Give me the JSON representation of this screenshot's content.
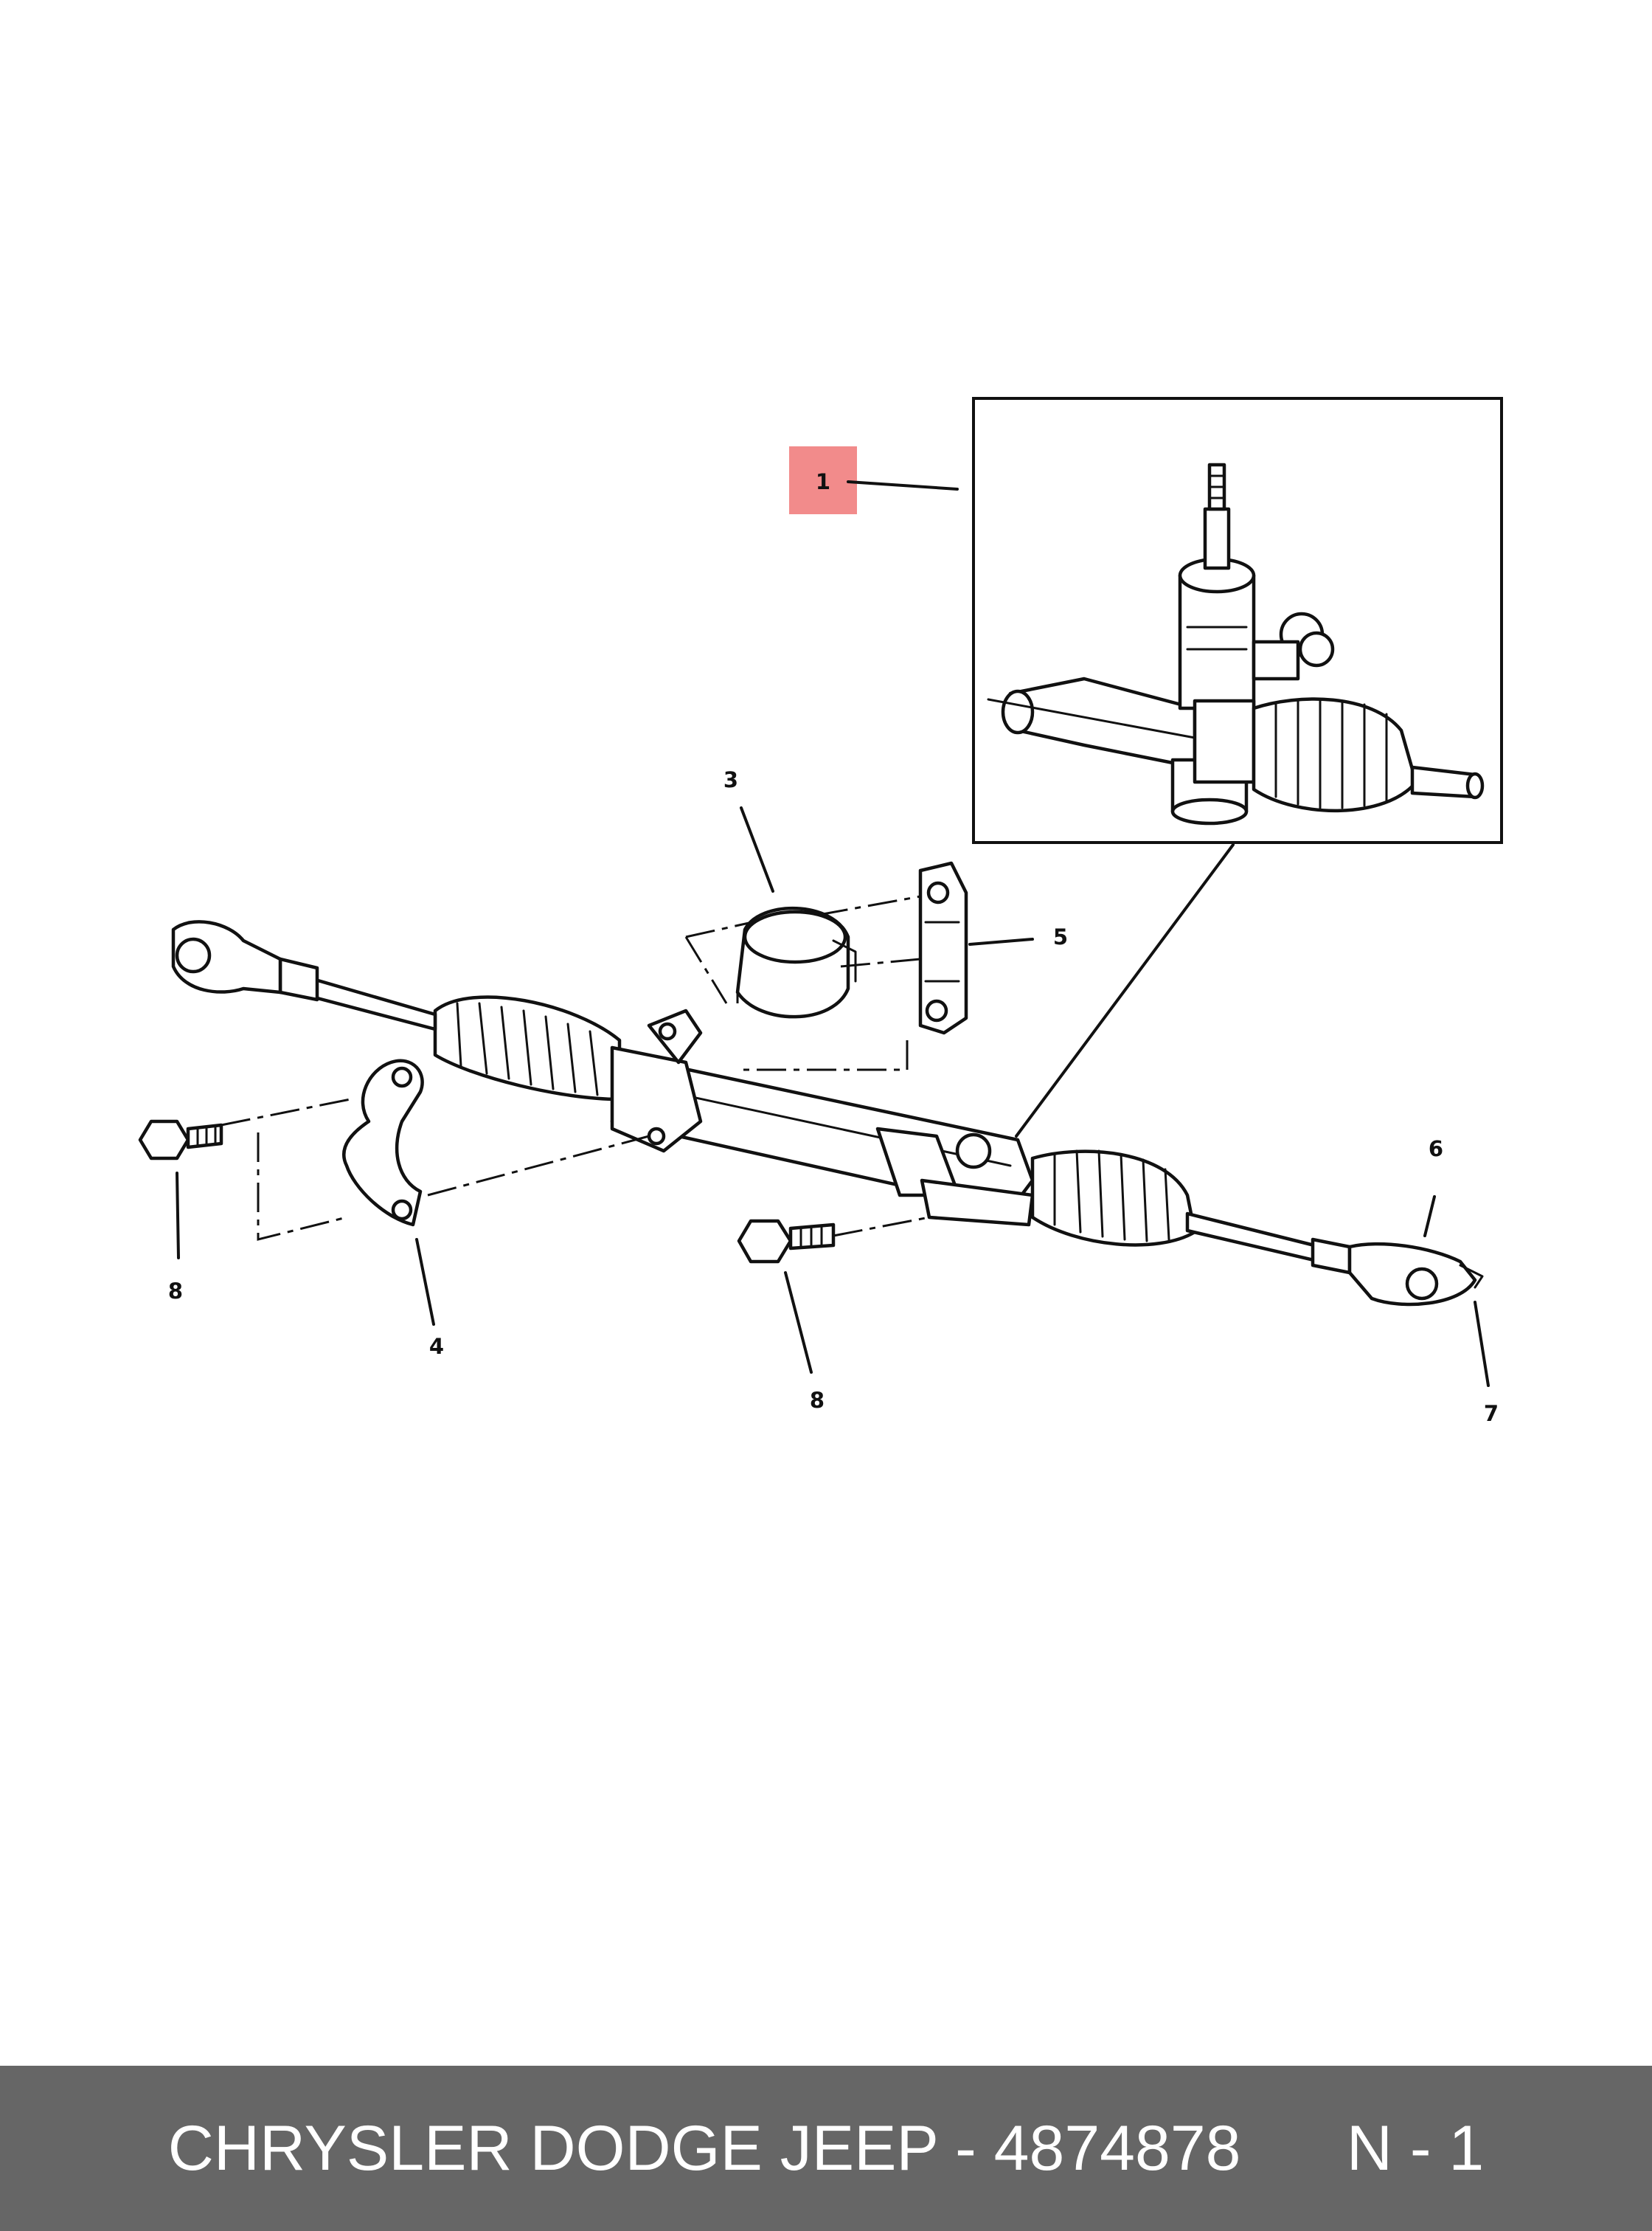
{
  "callouts": {
    "c1": "1",
    "c3": "3",
    "c4": "4",
    "c5": "5",
    "c6": "6",
    "c7": "7",
    "c8a": "8",
    "c8b": "8"
  },
  "highlight_color": "#f28b8b",
  "footer": {
    "text": "CHRYSLER DODGE JEEP - 4874878      N - 1"
  }
}
